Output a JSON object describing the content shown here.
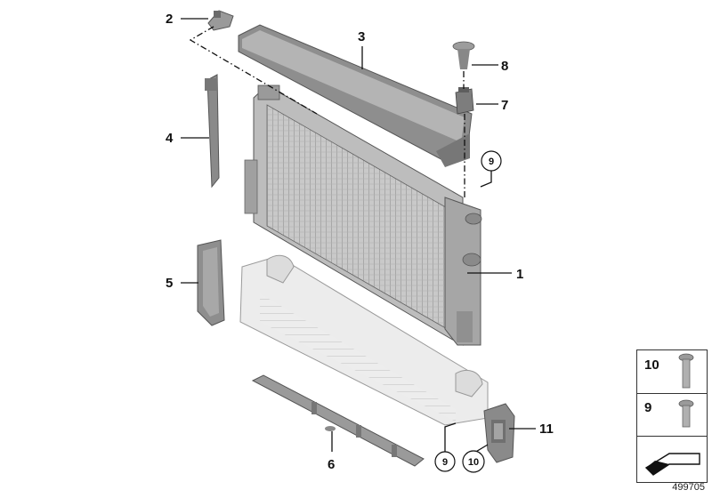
{
  "callouts": {
    "c1": "1",
    "c2": "2",
    "c3": "3",
    "c4": "4",
    "c5": "5",
    "c6": "6",
    "c7": "7",
    "c8": "8",
    "c9a": "9",
    "c9b": "9",
    "c10": "10",
    "c11": "11"
  },
  "legend": {
    "row1_number": "10",
    "row2_number": "9"
  },
  "reference_number": "499705",
  "colors": {
    "part_fill": "#d6d6d6",
    "part_dark": "#8c8c8c",
    "line": "#111111"
  }
}
